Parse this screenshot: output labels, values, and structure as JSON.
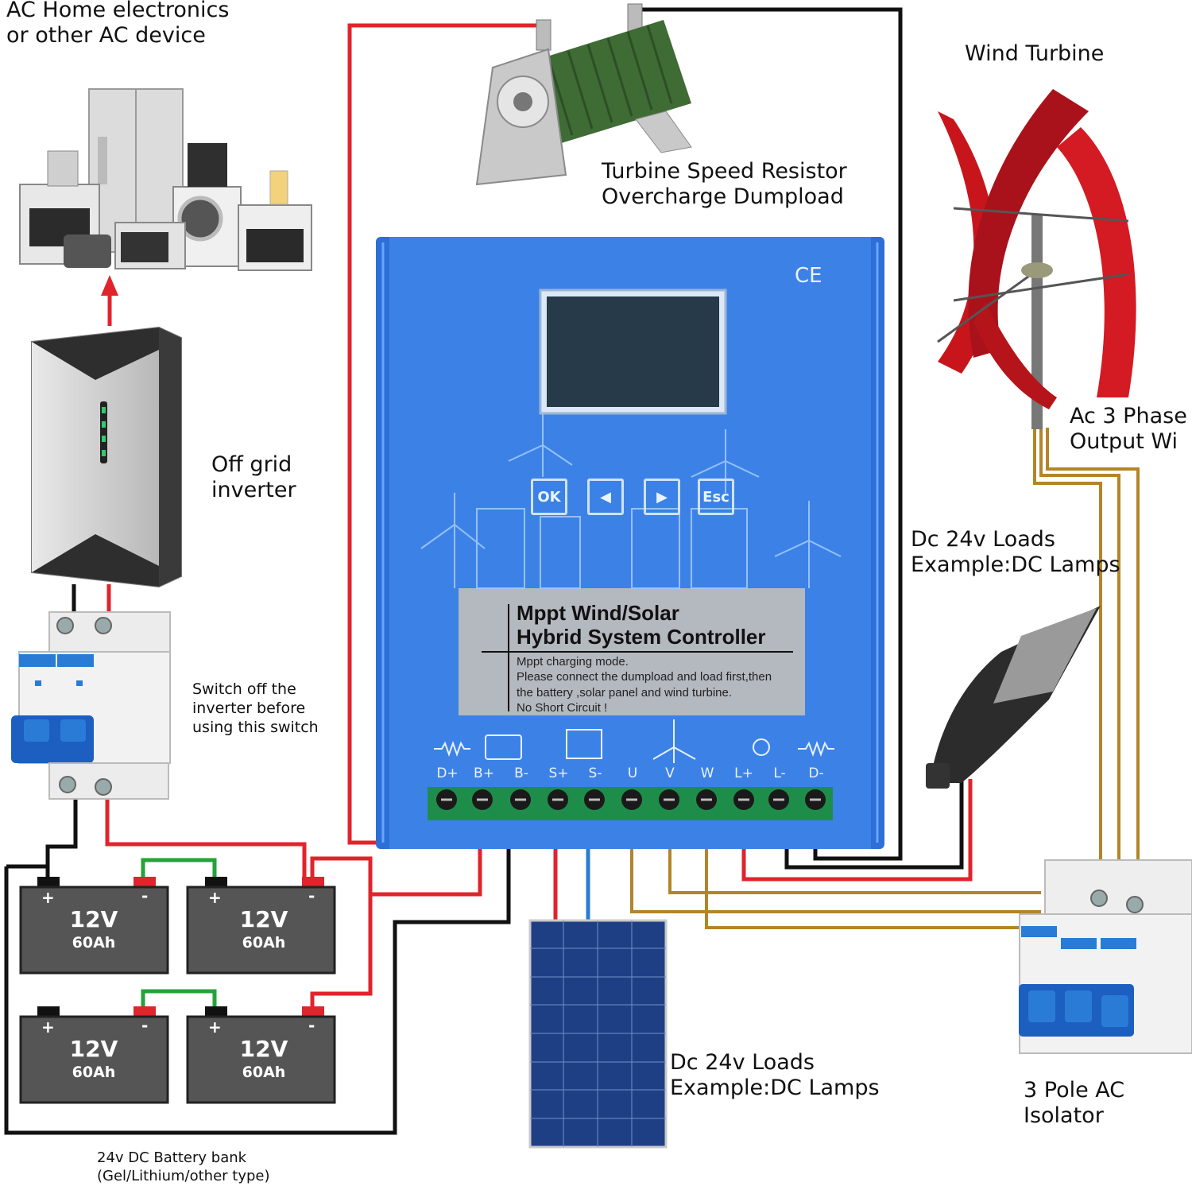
{
  "labels": {
    "ac_home": "AC Home electronics\nor other AC device",
    "turbine_resistor": "Turbine Speed Resistor\nOvercharge Dumpload",
    "wind_turbine": "Wind Turbine",
    "ac_output": "Ac 3 Phase\nOutput Wi",
    "off_grid": "Off grid\ninverter",
    "switch_note": "Switch off the\ninverter before\nusing this switch",
    "dc_loads_right": "Dc 24v Loads\nExample:DC Lamps",
    "dc_loads_bottom": "Dc 24v Loads\nExample:DC Lamps",
    "isolator": "3 Pole AC\nIsolator",
    "battery_bank": "24v DC Battery bank\n(Gel/Lithium/other type)"
  },
  "controller": {
    "title_line1": "Mppt Wind/Solar",
    "title_line2": "Hybrid System Controller",
    "note_line1": "Mppt charging mode.",
    "note_line2": "Please connect the dumpload and load first,then",
    "note_line3": "the battery ,solar panel and wind turbine.",
    "note_line4": "No Short Circuit !",
    "ce_mark": "CE",
    "buttons": [
      "OK",
      "◀",
      "▶",
      "Esc"
    ],
    "terminals": [
      "D+",
      "B+",
      "B-",
      "S+",
      "S-",
      "U",
      "V",
      "W",
      "L+",
      "L-",
      "D-"
    ]
  },
  "batteries": [
    {
      "voltage": "12V",
      "capacity": "60Ah",
      "plus": "+",
      "minus": "-"
    },
    {
      "voltage": "12V",
      "capacity": "60Ah",
      "plus": "+",
      "minus": "-"
    },
    {
      "voltage": "12V",
      "capacity": "60Ah",
      "plus": "+",
      "minus": "-"
    },
    {
      "voltage": "12V",
      "capacity": "60Ah",
      "plus": "+",
      "minus": "-"
    }
  ],
  "colors": {
    "controller_blue": "#3a7ee0",
    "wire_red": "#e0242c",
    "wire_black": "#111111",
    "wire_green": "#25a23a",
    "wire_brown": "#b3852a",
    "wire_blue": "#2a7bd6",
    "turbine_red": "#c8151c",
    "battery_gray": "#555555"
  }
}
